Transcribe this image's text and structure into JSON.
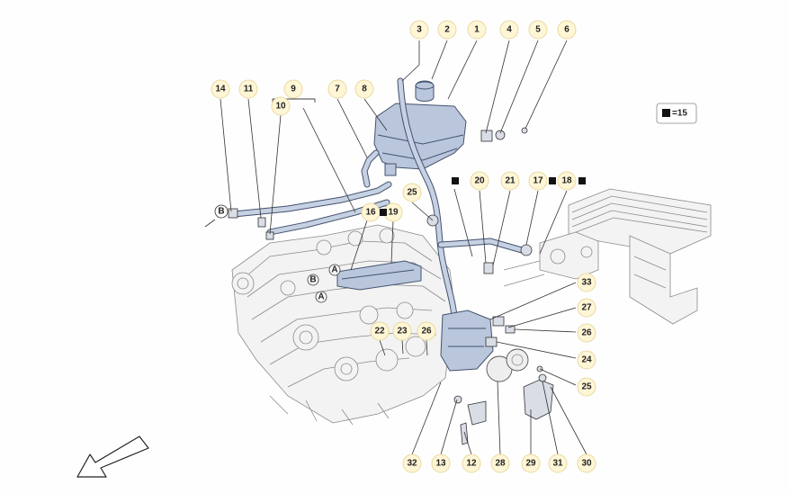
{
  "legend": {
    "square_label": "=15"
  },
  "callouts": [
    {
      "id": "c-3",
      "label": "3"
    },
    {
      "id": "c-2",
      "label": "2"
    },
    {
      "id": "c-1",
      "label": "1"
    },
    {
      "id": "c-4",
      "label": "4"
    },
    {
      "id": "c-5",
      "label": "5"
    },
    {
      "id": "c-6",
      "label": "6"
    },
    {
      "id": "c-14",
      "label": "14"
    },
    {
      "id": "c-11",
      "label": "11"
    },
    {
      "id": "c-9",
      "label": "9"
    },
    {
      "id": "c-10",
      "label": "10"
    },
    {
      "id": "c-7",
      "label": "7"
    },
    {
      "id": "c-8",
      "label": "8"
    },
    {
      "id": "c-25a",
      "label": "25"
    },
    {
      "id": "c-20",
      "label": "20"
    },
    {
      "id": "c-21",
      "label": "21"
    },
    {
      "id": "c-17",
      "label": "17"
    },
    {
      "id": "c-18",
      "label": "18"
    },
    {
      "id": "c-16",
      "label": "16"
    },
    {
      "id": "c-19",
      "label": "19"
    },
    {
      "id": "c-33",
      "label": "33"
    },
    {
      "id": "c-27",
      "label": "27"
    },
    {
      "id": "c-26a",
      "label": "26"
    },
    {
      "id": "c-24",
      "label": "24"
    },
    {
      "id": "c-25b",
      "label": "25"
    },
    {
      "id": "c-22",
      "label": "22"
    },
    {
      "id": "c-23",
      "label": "23"
    },
    {
      "id": "c-26b",
      "label": "26"
    },
    {
      "id": "c-32",
      "label": "32"
    },
    {
      "id": "c-13",
      "label": "13"
    },
    {
      "id": "c-12",
      "label": "12"
    },
    {
      "id": "c-28",
      "label": "28"
    },
    {
      "id": "c-29",
      "label": "29"
    },
    {
      "id": "c-31",
      "label": "31"
    },
    {
      "id": "c-30",
      "label": "30"
    }
  ],
  "markers": {
    "a": "A",
    "b": "B"
  }
}
